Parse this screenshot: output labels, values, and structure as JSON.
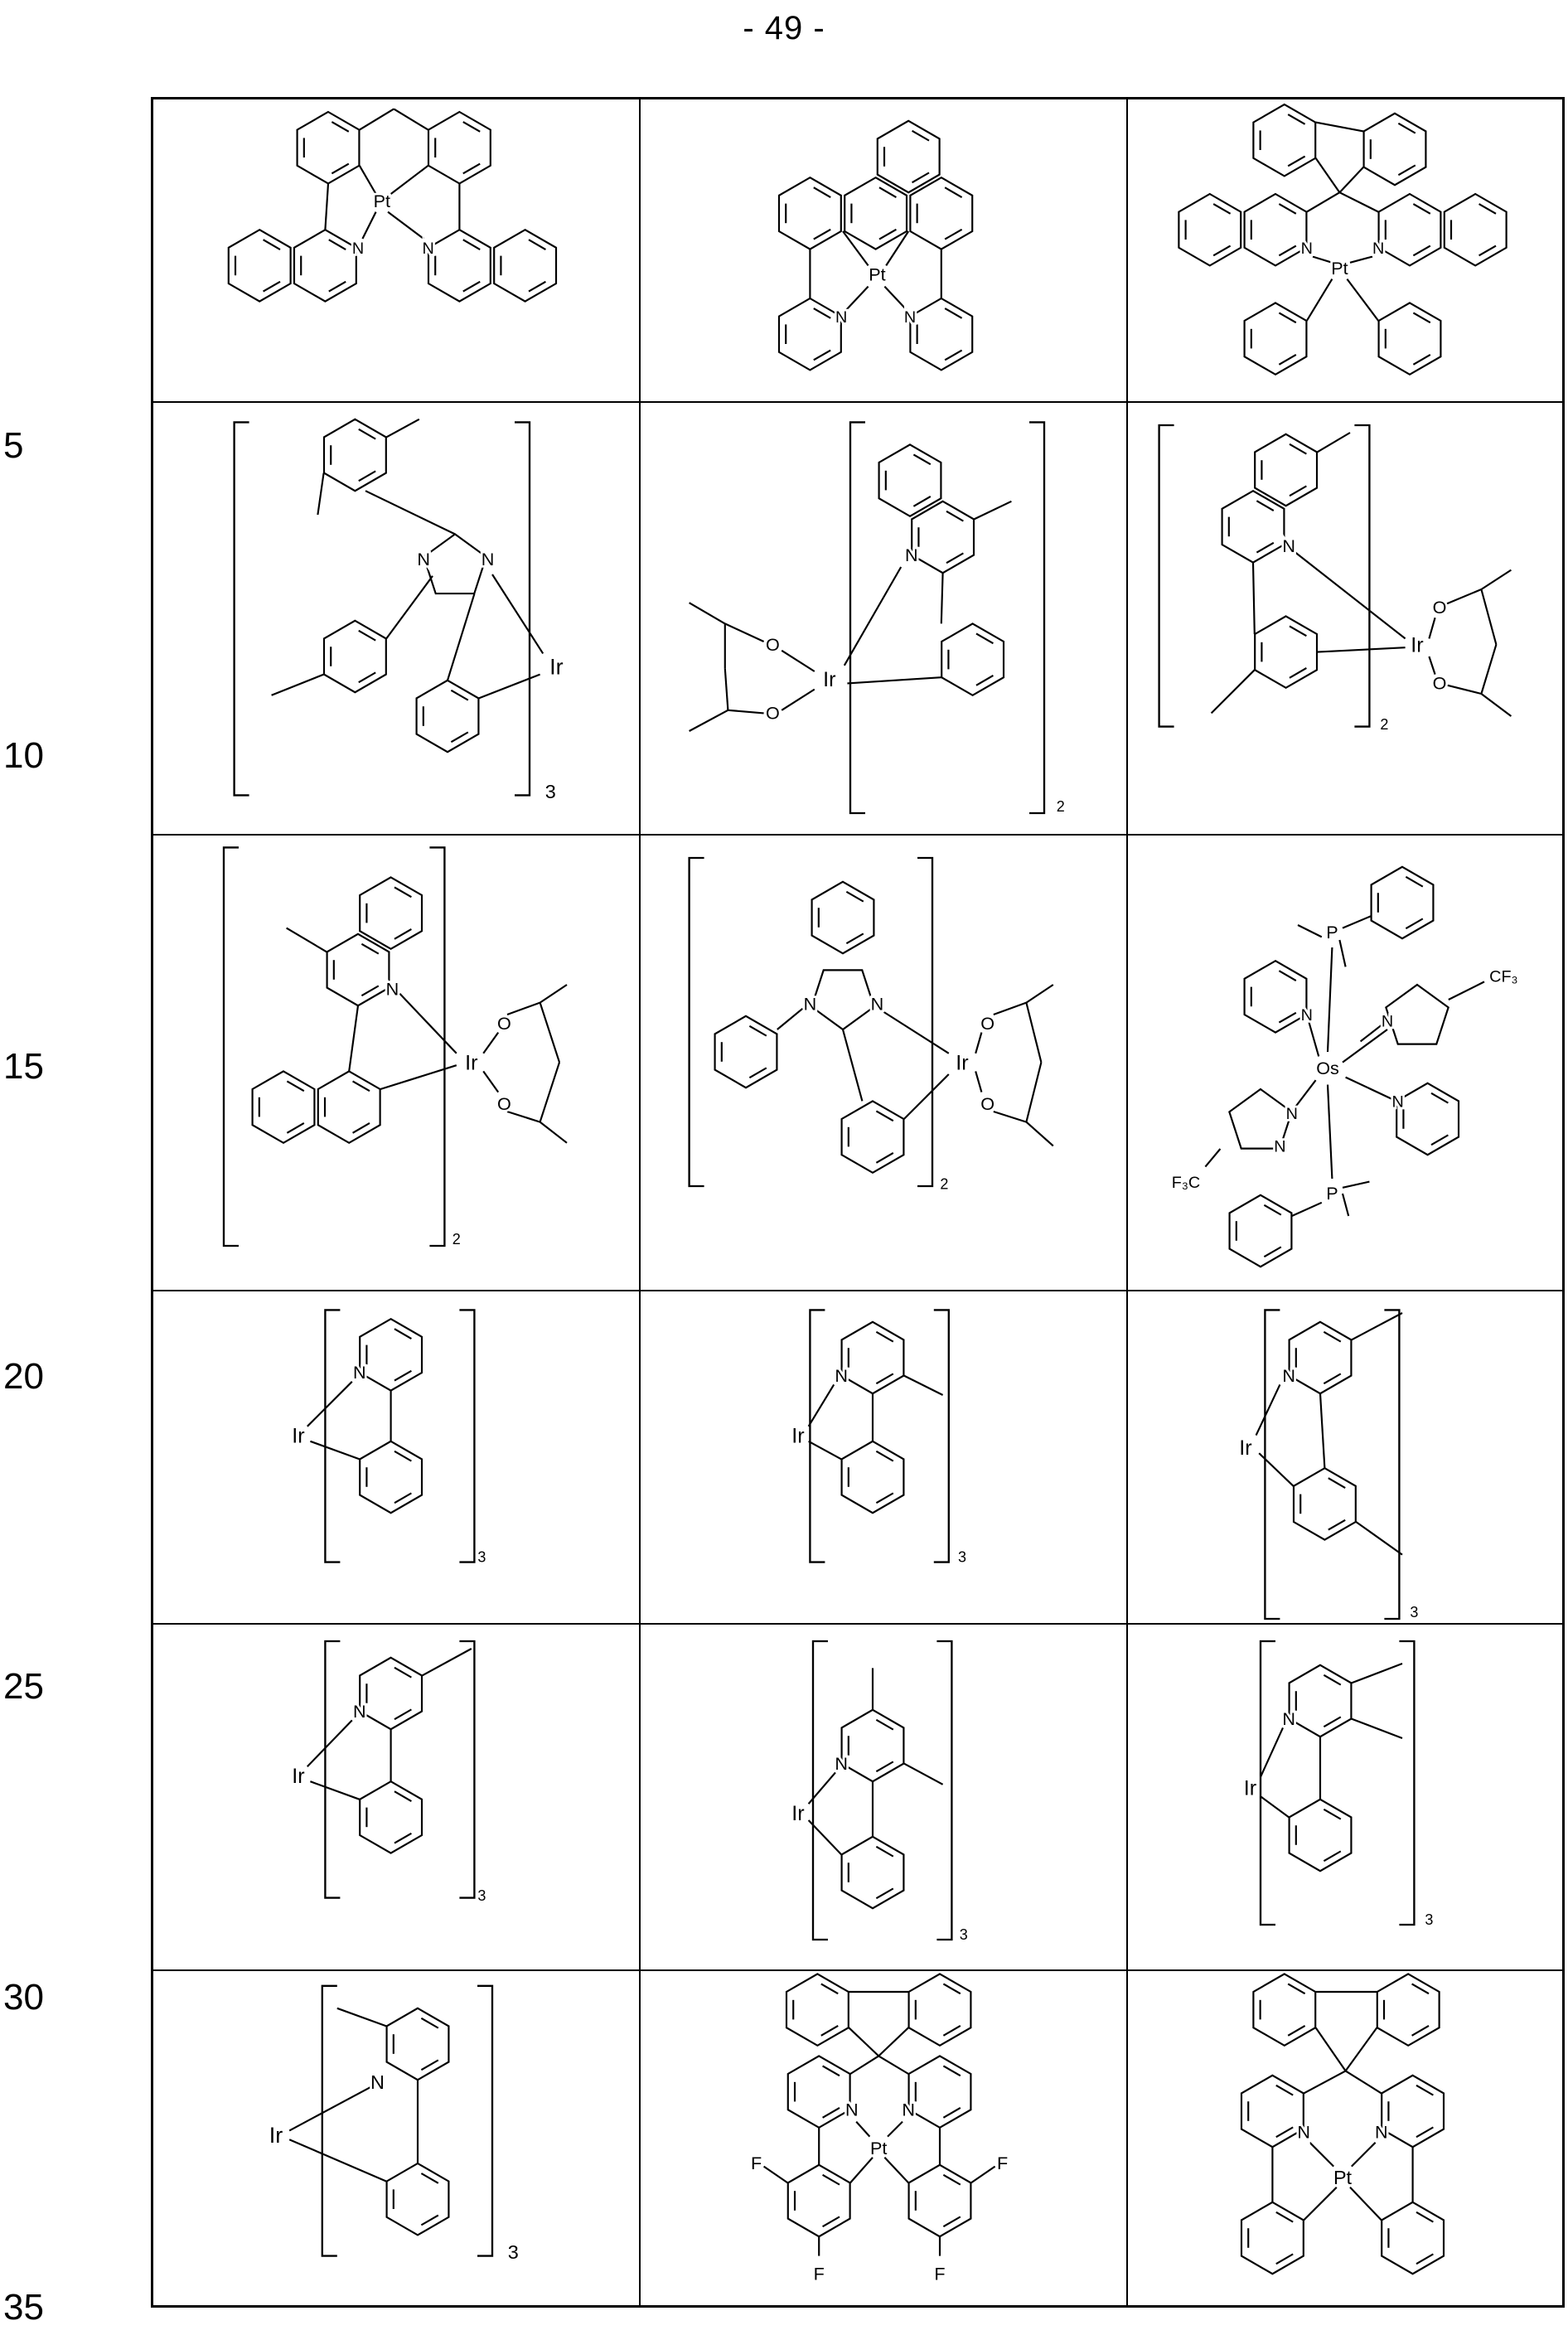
{
  "page_number": "- 49 -",
  "line_numbers": [
    "5",
    "10",
    "15",
    "20",
    "25",
    "30",
    "35"
  ],
  "cells": [
    {
      "labels": [
        "Pt",
        "N",
        "N"
      ]
    },
    {
      "labels": [
        "Pt",
        "N",
        "N"
      ]
    },
    {
      "labels": [
        "N",
        "N",
        "Pt"
      ]
    },
    {
      "labels": [
        "N",
        "N",
        "Ir",
        "3"
      ]
    },
    {
      "labels": [
        "O",
        "O",
        "Ir",
        "N",
        "2"
      ]
    },
    {
      "labels": [
        "N",
        "Ir",
        "O",
        "O",
        "2"
      ]
    },
    {
      "labels": [
        "N",
        "Ir",
        "O",
        "O",
        "2"
      ]
    },
    {
      "labels": [
        "N",
        "N",
        "Ir",
        "O",
        "O",
        "2"
      ]
    },
    {
      "labels": [
        "P",
        "P",
        "Os",
        "N",
        "N",
        "N",
        "N",
        "N",
        "F₃C",
        "CF₃"
      ]
    },
    {
      "labels": [
        "N",
        "Ir",
        "3"
      ]
    },
    {
      "labels": [
        "N",
        "Ir",
        "3"
      ]
    },
    {
      "labels": [
        "N",
        "Ir",
        "3"
      ]
    },
    {
      "labels": [
        "N",
        "Ir",
        "3"
      ]
    },
    {
      "labels": [
        "N",
        "Ir",
        "3"
      ]
    },
    {
      "labels": [
        "N",
        "Ir",
        "3"
      ]
    },
    {
      "labels": [
        "N",
        "Ir",
        "3"
      ]
    },
    {
      "labels": [
        "N",
        "N",
        "Pt",
        "F",
        "F",
        "F",
        "F"
      ]
    },
    {
      "labels": [
        "N",
        "N",
        "Pt"
      ]
    }
  ]
}
